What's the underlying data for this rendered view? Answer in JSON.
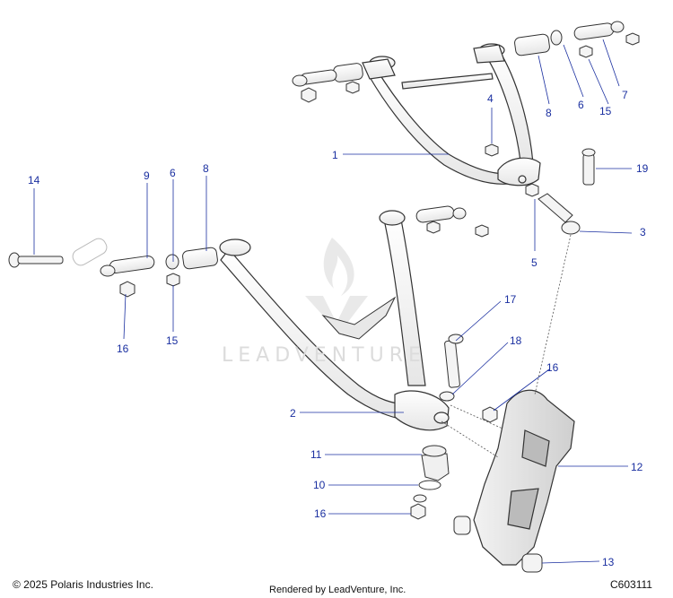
{
  "callouts": [
    {
      "id": "c1",
      "label": "1"
    },
    {
      "id": "c2",
      "label": "2"
    },
    {
      "id": "c3",
      "label": "3"
    },
    {
      "id": "c4",
      "label": "4"
    },
    {
      "id": "c5",
      "label": "5"
    },
    {
      "id": "c6a",
      "label": "6"
    },
    {
      "id": "c6b",
      "label": "6"
    },
    {
      "id": "c7",
      "label": "7"
    },
    {
      "id": "c8a",
      "label": "8"
    },
    {
      "id": "c8b",
      "label": "8"
    },
    {
      "id": "c9",
      "label": "9"
    },
    {
      "id": "c10",
      "label": "10"
    },
    {
      "id": "c11",
      "label": "11"
    },
    {
      "id": "c12",
      "label": "12"
    },
    {
      "id": "c13",
      "label": "13"
    },
    {
      "id": "c14",
      "label": "14"
    },
    {
      "id": "c15a",
      "label": "15"
    },
    {
      "id": "c15b",
      "label": "15"
    },
    {
      "id": "c16a",
      "label": "16"
    },
    {
      "id": "c16b",
      "label": "16"
    },
    {
      "id": "c16c",
      "label": "16"
    },
    {
      "id": "c17",
      "label": "17"
    },
    {
      "id": "c18",
      "label": "18"
    },
    {
      "id": "c19",
      "label": "19"
    }
  ],
  "footer": {
    "copyright": "© 2025 Polaris Industries Inc.",
    "rendered_by": "Rendered by LeadVenture, Inc.",
    "figure_code": "C603111"
  },
  "watermark": "LEADVENTURE",
  "colors": {
    "callout": "#1a2fa0",
    "line": "#1a2fa0",
    "part_stroke": "#333333"
  }
}
